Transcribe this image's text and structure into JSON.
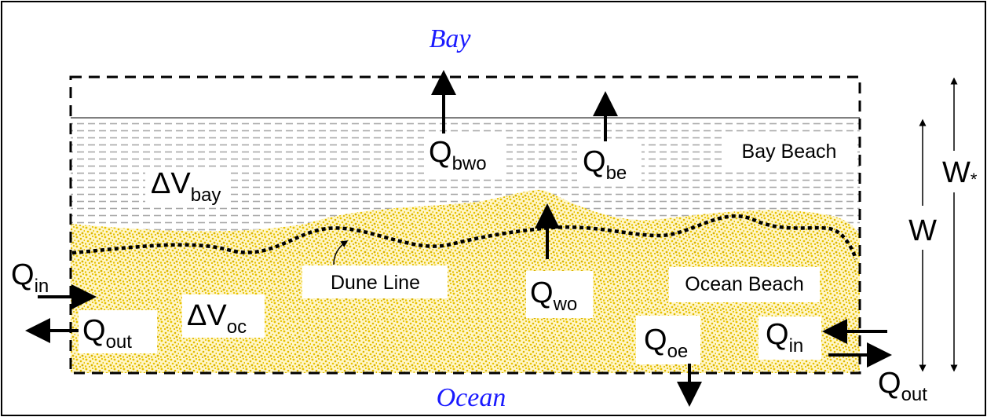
{
  "labels": {
    "bay": "Bay",
    "ocean": "Ocean",
    "bay_beach": "Bay Beach",
    "ocean_beach": "Ocean Beach",
    "dune_line": "Dune Line",
    "w": "W",
    "w_star": "W",
    "w_star_sub": "*"
  },
  "fluxes": {
    "q_bwo": {
      "main": "Q",
      "sub": "bwo"
    },
    "q_be": {
      "main": "Q",
      "sub": "be"
    },
    "q_wo": {
      "main": "Q",
      "sub": "wo"
    },
    "q_oe": {
      "main": "Q",
      "sub": "oe"
    },
    "q_in_left": {
      "main": "Q",
      "sub": "in"
    },
    "q_out_left": {
      "main": "Q",
      "sub": "out"
    },
    "q_in_right": {
      "main": "Q",
      "sub": "in"
    },
    "q_out_right": {
      "main": "Q",
      "sub": "out"
    }
  },
  "volumes": {
    "dv_bay": {
      "main": "ΔV",
      "sub": "bay"
    },
    "dv_oc": {
      "main": "ΔV",
      "sub": "oc"
    }
  },
  "colors": {
    "title": "#1a1aff",
    "sand": "#e8c200",
    "sand_bg": "#fff6c8",
    "bay_dash": "#a8a8a8"
  }
}
